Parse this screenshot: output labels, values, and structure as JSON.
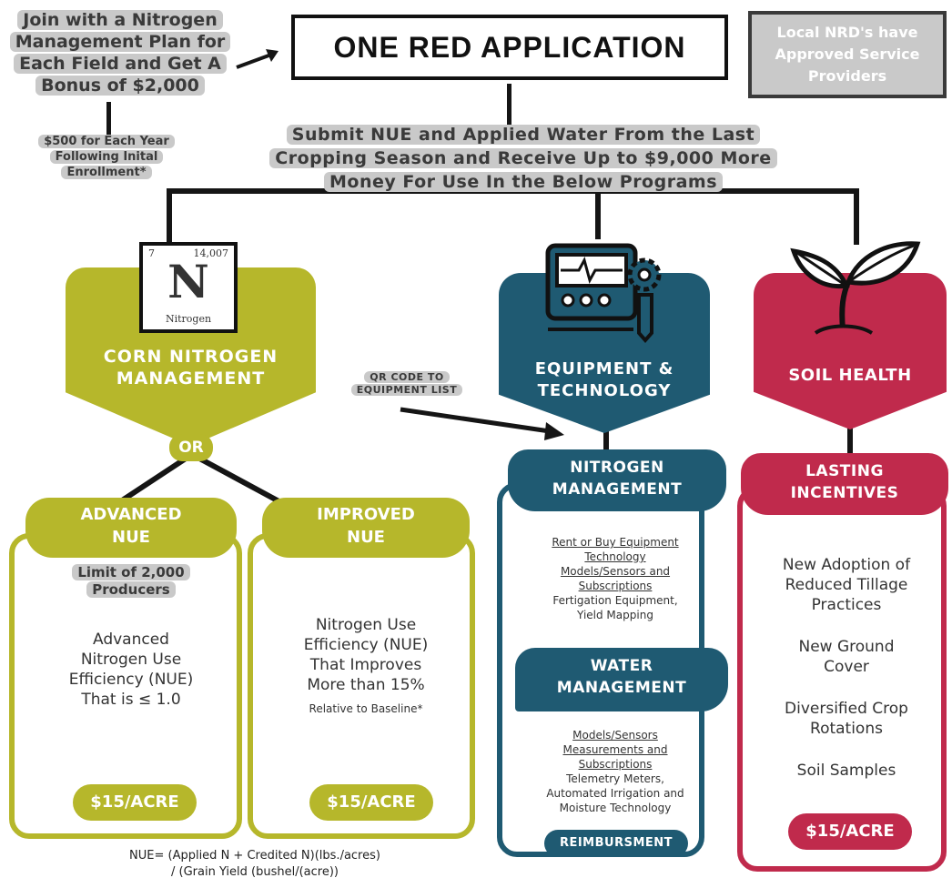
{
  "header": {
    "join_lines": [
      "Join with a Nitrogen",
      "Management Plan for",
      "Each Field and Get A",
      "Bonus of $2,000"
    ],
    "bonus_note_lines": [
      "$500 for Each Year",
      "Following Inital",
      "Enrollment*"
    ],
    "title": "ONE RED APPLICATION",
    "nrd_lines": [
      "Local NRD's have",
      "Approved Service",
      "Providers"
    ],
    "submit_lines": [
      "Submit NUE and Applied Water From the Last",
      "Cropping Season and Receive Up to $9,000 More",
      "Money For Use In the Below Programs"
    ]
  },
  "corn": {
    "element": {
      "number": "7",
      "mass": "14,007",
      "symbol": "N",
      "name": "Nitrogen"
    },
    "title_lines": [
      "CORN NITROGEN",
      "MANAGEMENT"
    ],
    "or": "OR",
    "advanced": {
      "title_lines": [
        "ADVANCED",
        "NUE"
      ],
      "limit_lines": [
        "Limit of 2,000",
        "Producers"
      ],
      "body_lines": [
        "Advanced",
        "Nitrogen Use",
        "Efficiency (NUE)",
        "That is ≤ 1.0"
      ],
      "rate": "$15/ACRE"
    },
    "improved": {
      "title_lines": [
        "IMPROVED",
        "NUE"
      ],
      "body_lines": [
        "Nitrogen Use",
        "Efficiency (NUE)",
        "That Improves",
        "More than 15%"
      ],
      "note": "Relative to Baseline*",
      "rate": "$15/ACRE"
    },
    "formula_lines": [
      "NUE= (Applied N + Credited N)(lbs./acres)",
      "/ (Grain Yield (bushel/(acre))"
    ]
  },
  "qr_note_lines": [
    "QR CODE TO",
    "EQUIPMENT LIST"
  ],
  "equipment": {
    "title_lines": [
      "EQUIPMENT &",
      "TECHNOLOGY"
    ],
    "nitrogen": {
      "title_lines": [
        "NITROGEN",
        "MANAGEMENT"
      ],
      "underlined_lines": [
        "Rent or Buy Equipment",
        "Technology",
        "Models/Sensors and",
        "Subscriptions"
      ],
      "plain_lines": [
        "Fertigation Equipment,",
        "Yield Mapping"
      ]
    },
    "water": {
      "title_lines": [
        "WATER",
        "MANAGEMENT"
      ],
      "underlined_lines": [
        "Models/Sensors",
        "Measurements and",
        "Subscriptions"
      ],
      "plain_lines": [
        "Telemetry Meters,",
        "Automated Irrigation and",
        "Moisture Technology"
      ]
    },
    "badge": "REIMBURSMENT"
  },
  "soil": {
    "title": "SOIL HEALTH",
    "incentives_title_lines": [
      "LASTING",
      "INCENTIVES"
    ],
    "items": [
      [
        "New Adoption of",
        "Reduced Tillage",
        "Practices"
      ],
      [
        "New Ground",
        "Cover"
      ],
      [
        "Diversified Crop",
        "Rotations"
      ],
      [
        "Soil Samples"
      ]
    ],
    "rate": "$15/ACRE"
  },
  "colors": {
    "corn": "#b6b72b",
    "equipment": "#1f5a72",
    "soil": "#c02a4c",
    "grey": "#c9c9c9"
  },
  "icons": [
    "nitrogen-element-icon",
    "control-panel-gear-icon",
    "plant-sprout-icon",
    "arrow-icon"
  ]
}
